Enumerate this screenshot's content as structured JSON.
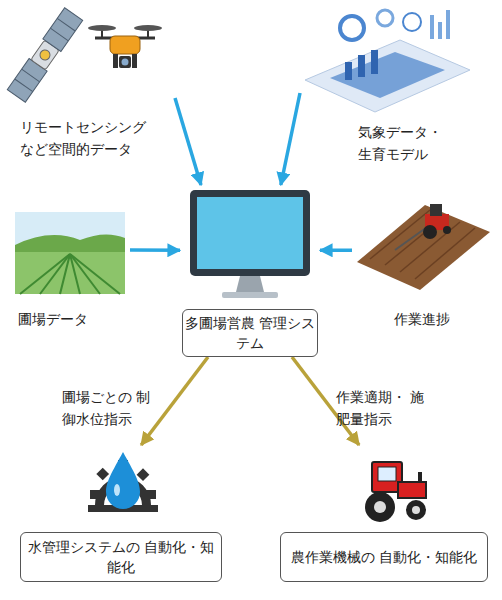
{
  "diagram": {
    "nodes": [
      {
        "text": [
          "リモートセンシング など空間的データ"
        ]
      },
      {
        "text": [
          "気象データ・ 生育モデル"
        ]
      },
      {
        "text": [
          "圃場データ"
        ]
      },
      {
        "text": [
          "多圃場営農 管理システム"
        ]
      },
      {
        "text": [
          "作業進捗"
        ]
      },
      {
        "text": [
          "水管理システムの 自動化・知能化"
        ]
      },
      {
        "text": [
          "農作業機械の 自動化・知能化"
        ]
      }
    ],
    "edges": [
      {
        "from": 0,
        "to": 3,
        "arrow": "to"
      },
      {
        "from": 1,
        "to": 3,
        "arrow": "to"
      },
      {
        "from": 2,
        "to": 3,
        "arrow": "to"
      },
      {
        "from": 4,
        "to": 3,
        "arrow": "to"
      },
      {
        "from": 3,
        "to": 5,
        "label": "圃場ごとの 制御水位指示",
        "arrow": "to"
      },
      {
        "from": 3,
        "to": 6,
        "label": "作業適期・ 施肥量指示",
        "arrow": "to"
      }
    ]
  }
}
